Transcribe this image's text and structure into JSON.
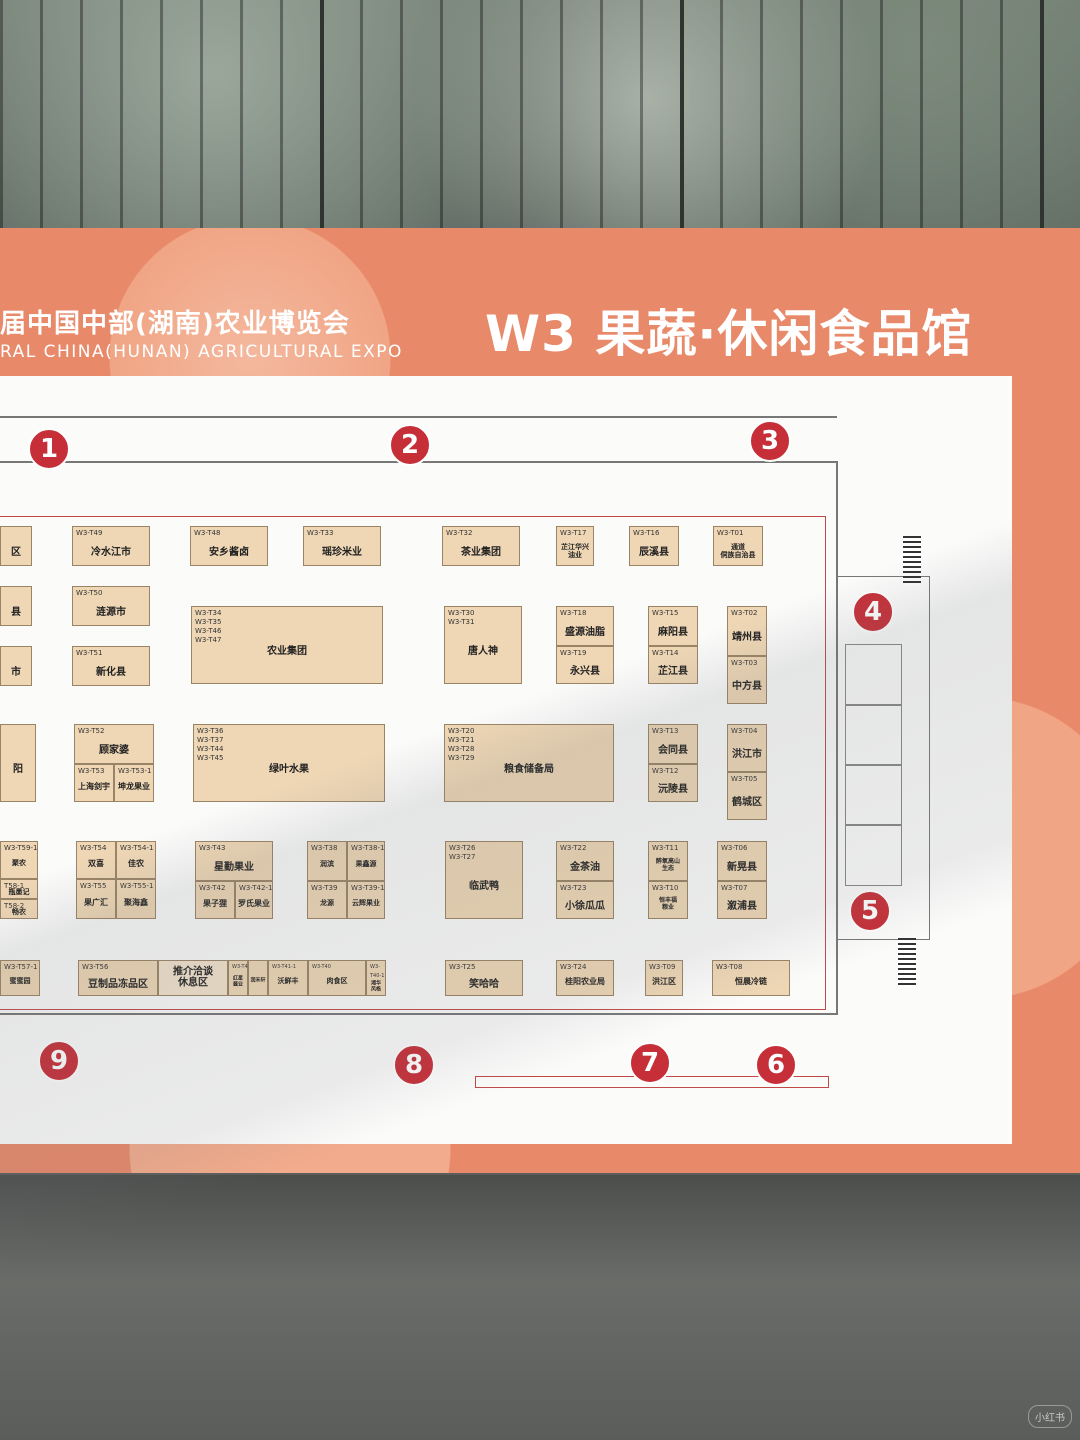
{
  "header": {
    "expo_name_cn": "届中国中部(湖南)农业博览会",
    "expo_name_en": "RAL CHINA(HUNAN) AGRICULTURAL EXPO",
    "hall_title": "W3 果蔬·休闲食品馆"
  },
  "gates": [
    "1",
    "2",
    "3",
    "4",
    "5",
    "6",
    "7",
    "8",
    "9"
  ],
  "booths": {
    "b01": {
      "code": "",
      "name": "区"
    },
    "b02": {
      "code": "",
      "name": "县"
    },
    "b03": {
      "code": "",
      "name": "市"
    },
    "b04": {
      "code": "",
      "name": "阳"
    },
    "b05": {
      "code": "W3-T49",
      "name": "冷水江市"
    },
    "b06": {
      "code": "W3-T48",
      "name": "安乡酱卤"
    },
    "b07": {
      "code": "W3-T33",
      "name": "瑶珍米业"
    },
    "b08": {
      "code": "W3-T32",
      "name": "茶业集团"
    },
    "b09": {
      "code": "W3-T17",
      "name": "芷江华兴\n油业"
    },
    "b10": {
      "code": "W3-T16",
      "name": "辰溪县"
    },
    "b11": {
      "code": "W3-T01",
      "name": "通道\n侗族自治县"
    },
    "b12": {
      "code": "W3-T50",
      "name": "涟源市"
    },
    "b13": {
      "code": "W3-T51",
      "name": "新化县"
    },
    "b14": {
      "code": "W3-T34\nW3-T35\nW3-T46\nW3-T47",
      "name": "农业集团"
    },
    "b15": {
      "code": "W3-T30\nW3-T31",
      "name": "唐人神"
    },
    "b16": {
      "code": "W3-T18",
      "name": "盛源油脂"
    },
    "b17": {
      "code": "W3-T19",
      "name": "永兴县"
    },
    "b18": {
      "code": "W3-T15",
      "name": "麻阳县"
    },
    "b19": {
      "code": "W3-T14",
      "name": "芷江县"
    },
    "b20": {
      "code": "W3-T02",
      "name": "靖州县"
    },
    "b21": {
      "code": "W3-T03",
      "name": "中方县"
    },
    "b22": {
      "code": "W3-T52",
      "name": "顾家婆"
    },
    "b23": {
      "code": "W3-T53",
      "name": "上海剑宇"
    },
    "b24": {
      "code": "W3-T53-1",
      "name": "坤龙果业"
    },
    "b25": {
      "code": "W3-T36\nW3-T37\nW3-T44\nW3-T45",
      "name": "绿叶水果"
    },
    "b26": {
      "code": "W3-T20\nW3-T21\nW3-T28\nW3-T29",
      "name": "粮食储备局"
    },
    "b27": {
      "code": "W3-T13",
      "name": "会同县"
    },
    "b28": {
      "code": "W3-T12",
      "name": "沅陵县"
    },
    "b29": {
      "code": "W3-T04",
      "name": "洪江市"
    },
    "b30": {
      "code": "W3-T05",
      "name": "鹤城区"
    },
    "b31": {
      "code": "W3-T59-1",
      "name": "聚农"
    },
    "b32": {
      "code": "T58-1",
      "name": "瓶墨记"
    },
    "b33": {
      "code": "T58-2",
      "name": "畅农"
    },
    "b34": {
      "code": "W3-T54",
      "name": "双喜"
    },
    "b35": {
      "code": "W3-T54-1",
      "name": "佳农"
    },
    "b36": {
      "code": "W3-T55",
      "name": "果广汇"
    },
    "b37": {
      "code": "W3-T55-1",
      "name": "聚海鑫"
    },
    "b38": {
      "code": "W3-T43",
      "name": "星勤果业"
    },
    "b39": {
      "code": "W3-T42",
      "name": "果子狸"
    },
    "b40": {
      "code": "W3-T42-1",
      "name": "罗氏果业"
    },
    "b41": {
      "code": "W3-T38",
      "name": "润滨"
    },
    "b42": {
      "code": "W3-T38-1",
      "name": "果鑫源"
    },
    "b43": {
      "code": "W3-T39",
      "name": "龙源"
    },
    "b44": {
      "code": "W3-T39-1",
      "name": "云辉果业"
    },
    "b45": {
      "code": "W3-T26\nW3-T27",
      "name": "临武鸭"
    },
    "b46": {
      "code": "W3-T22",
      "name": "金茶油"
    },
    "b47": {
      "code": "W3-T23",
      "name": "小徐瓜瓜"
    },
    "b48": {
      "code": "W3-T11",
      "name": "醉氧高山\n生态"
    },
    "b49": {
      "code": "W3-T10",
      "name": "恒丰福\n粮业"
    },
    "b50": {
      "code": "W3-T06",
      "name": "新晃县"
    },
    "b51": {
      "code": "W3-T07",
      "name": "溆浦县"
    },
    "b52": {
      "code": "W3-T57-1",
      "name": "蜜蜜园"
    },
    "b53": {
      "code": "W3-T56",
      "name": "豆制品冻品区"
    },
    "b54": {
      "code": "",
      "name": "推介洽谈\n休息区"
    },
    "b55": {
      "code": "W3-T41",
      "name": "红星\n酱业"
    },
    "b56": {
      "code": "",
      "name": "润禾轩"
    },
    "b57": {
      "code": "W3-T41-1",
      "name": "沃鲜丰"
    },
    "b58": {
      "code": "W3-T40",
      "name": "肉食区"
    },
    "b59": {
      "code": "W3-T40-1",
      "name": "湘华\n风格"
    },
    "b60": {
      "code": "W3-T25",
      "name": "笑哈哈"
    },
    "b61": {
      "code": "W3-T24",
      "name": "桂阳农业局"
    },
    "b62": {
      "code": "W3-T09",
      "name": "洪江区"
    },
    "b63": {
      "code": "W3-T08",
      "name": "恒晨冷链"
    }
  },
  "watermark": "小红书"
}
